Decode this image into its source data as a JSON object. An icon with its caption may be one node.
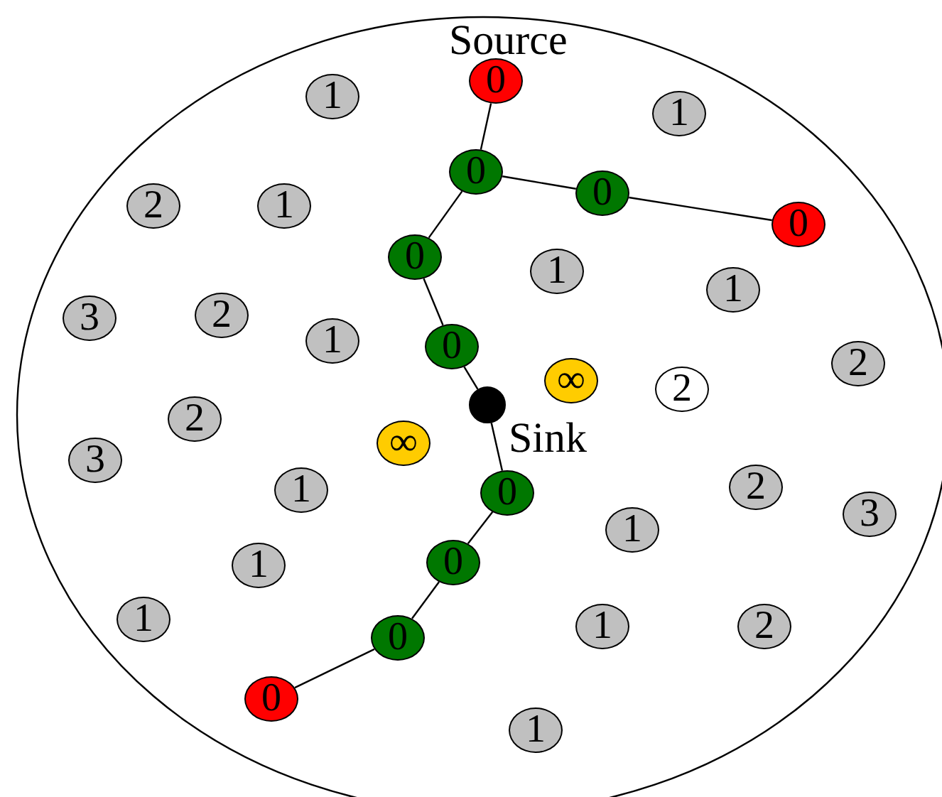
{
  "diagram": {
    "nodes": [
      {
        "text": [
          "0"
        ],
        "beside": [
          "Source"
        ]
      },
      {
        "text": [
          "1"
        ]
      },
      {
        "text": [
          "1"
        ]
      },
      {
        "text": [
          "0"
        ]
      },
      {
        "text": [
          "0"
        ]
      },
      {
        "text": [
          "2"
        ]
      },
      {
        "text": [
          "1"
        ]
      },
      {
        "text": [
          "0"
        ]
      },
      {
        "text": [
          "0"
        ]
      },
      {
        "text": [
          "1"
        ]
      },
      {
        "text": [
          "1"
        ]
      },
      {
        "text": [
          "3"
        ]
      },
      {
        "text": [
          "2"
        ]
      },
      {
        "text": [
          "1"
        ]
      },
      {
        "text": [
          "0"
        ]
      },
      {
        "text": [
          "2"
        ]
      },
      {
        "text": [
          "∞"
        ]
      },
      {
        "text": [
          "2"
        ]
      },
      {
        "text": [],
        "shape": "circle",
        "beside": [
          "Sink"
        ]
      },
      {
        "text": [
          "2"
        ]
      },
      {
        "text": [
          "∞"
        ]
      },
      {
        "text": [
          "3"
        ]
      },
      {
        "text": [
          "1"
        ]
      },
      {
        "text": [
          "0"
        ]
      },
      {
        "text": [
          "2"
        ]
      },
      {
        "text": [
          "3"
        ]
      },
      {
        "text": [
          "1"
        ]
      },
      {
        "text": [
          "0"
        ]
      },
      {
        "text": [
          "1"
        ]
      },
      {
        "text": [
          "1"
        ]
      },
      {
        "text": [
          "1"
        ]
      },
      {
        "text": [
          "2"
        ]
      },
      {
        "text": [
          "0"
        ]
      },
      {
        "text": [
          "0"
        ]
      },
      {
        "text": [
          "1"
        ]
      }
    ],
    "edges": [
      {
        "from": 0,
        "to": 3,
        "arrow": "none"
      },
      {
        "from": 3,
        "to": 4,
        "arrow": "none"
      },
      {
        "from": 4,
        "to": 7,
        "arrow": "none"
      },
      {
        "from": 3,
        "to": 8,
        "arrow": "none"
      },
      {
        "from": 8,
        "to": 14,
        "arrow": "none"
      },
      {
        "from": 14,
        "to": 18,
        "arrow": "none"
      },
      {
        "from": 18,
        "to": 23,
        "arrow": "none"
      },
      {
        "from": 23,
        "to": 27,
        "arrow": "none"
      },
      {
        "from": 27,
        "to": 32,
        "arrow": "none"
      },
      {
        "from": 32,
        "to": 33,
        "arrow": "none"
      }
    ]
  }
}
